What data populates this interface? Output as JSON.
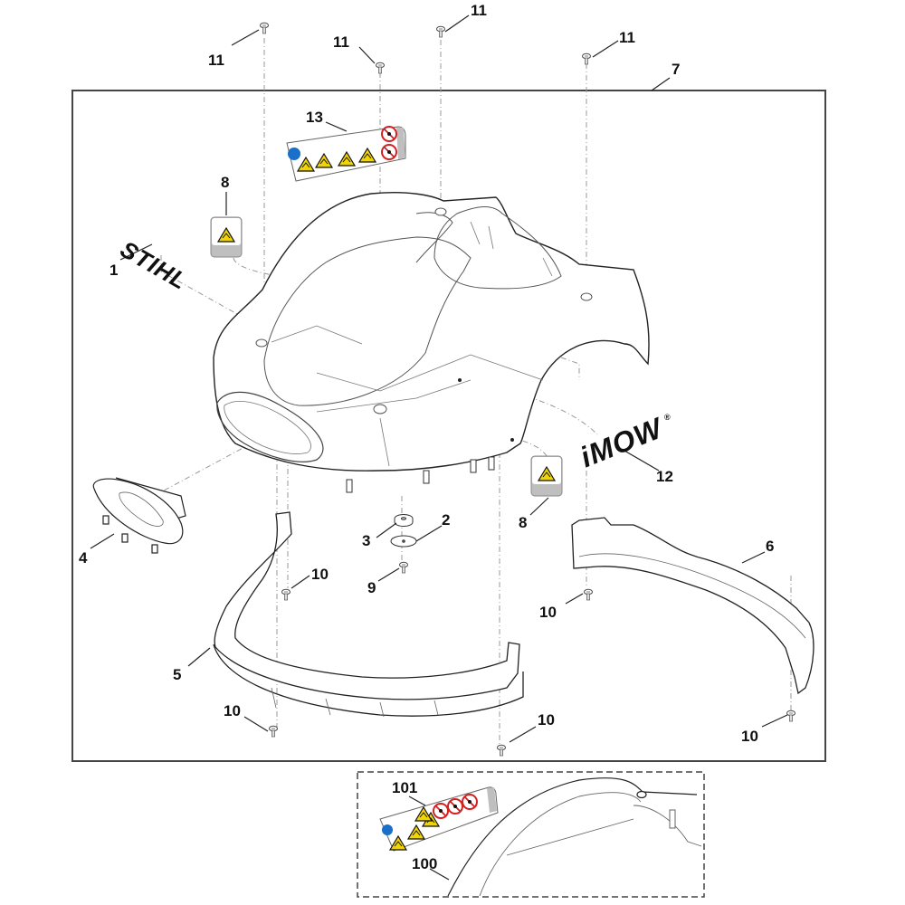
{
  "diagram": {
    "title": "Robotic mower hood / housing exploded parts diagram",
    "callouts": {
      "screw_11_a": "11",
      "screw_11_b": "11",
      "screw_11_c": "11",
      "screw_11_d": "11",
      "hood_7": "7",
      "label_13": "13",
      "label_8_top": "8",
      "logo_1": "1",
      "cover_4": "4",
      "washer_3": "3",
      "disc_2": "2",
      "screw_9": "9",
      "logo_12": "12",
      "label_8_bottom": "8",
      "bumper_6": "6",
      "screw_10_a": "10",
      "screw_10_b": "10",
      "bumper_5": "5",
      "screw_10_c": "10",
      "screw_10_d": "10",
      "screw_10_e": "10",
      "inset_label_101": "101",
      "inset_hood_100": "100"
    },
    "logos": {
      "stihl": "STIHL",
      "imow": "iMOW",
      "registered": "®"
    },
    "colors": {
      "warning_yellow": "#f2d400",
      "prohibition_red": "#d42020",
      "mandatory_blue": "#1a6fc9",
      "line": "#222222",
      "label_gray": "#bfbfbf"
    }
  }
}
